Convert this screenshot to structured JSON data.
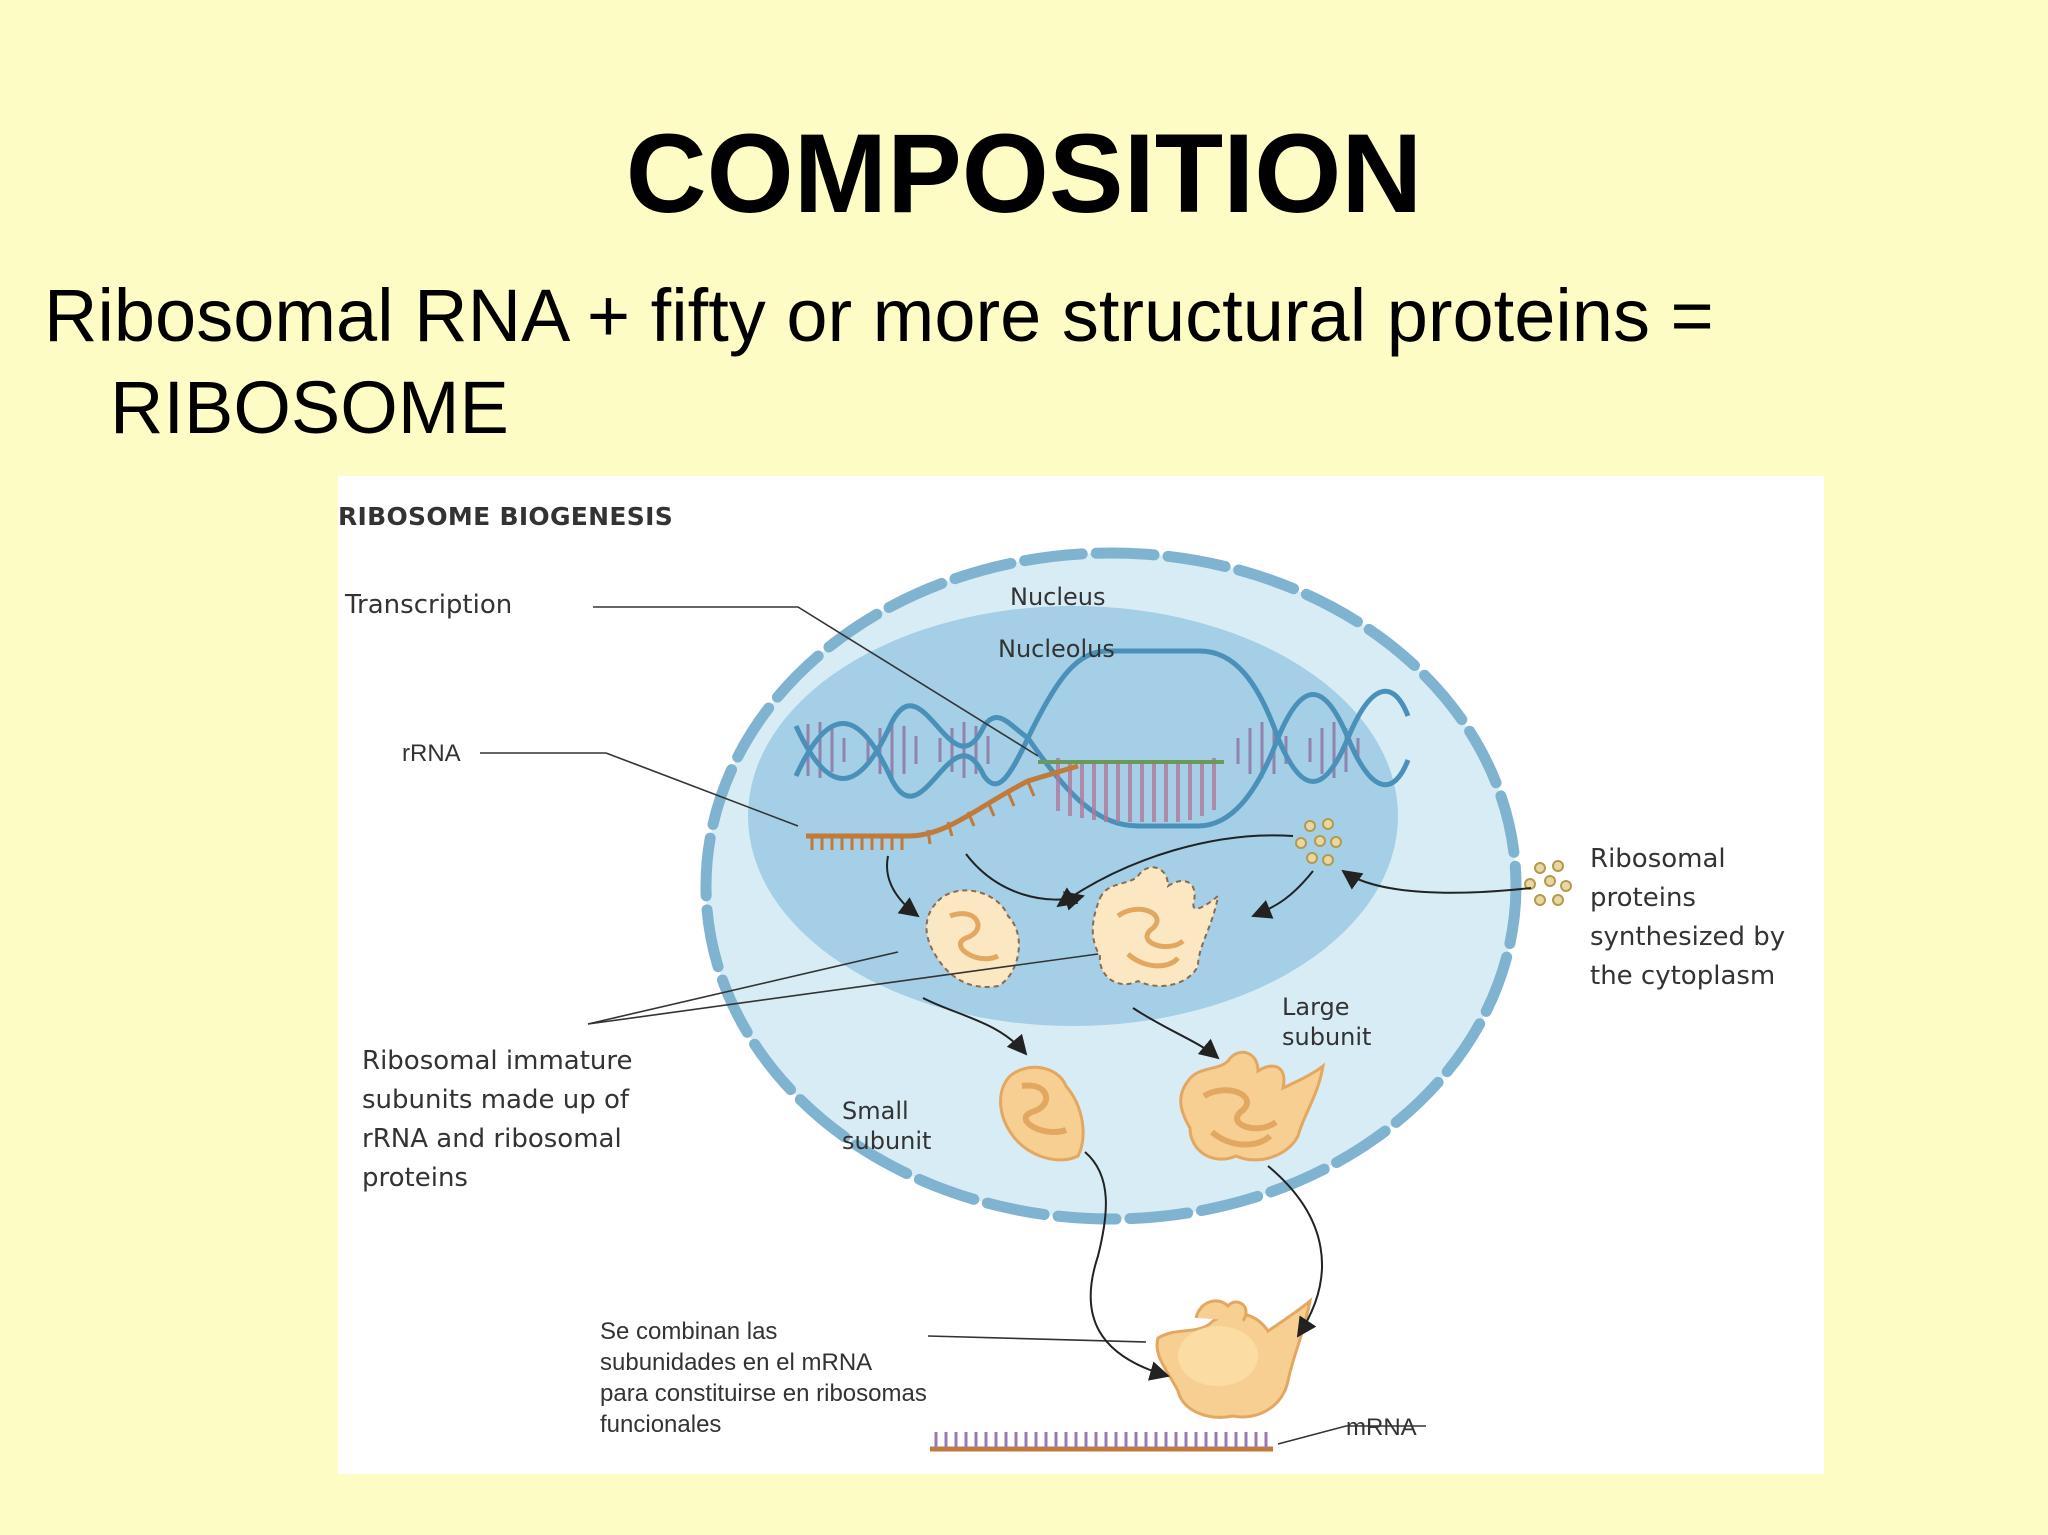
{
  "slide": {
    "title": "COMPOSITION",
    "bullet_line1": "Ribosomal RNA + fifty or more structural proteins =",
    "bullet_line2": "RIBOSOME"
  },
  "figure": {
    "title": "RIBOSOME BIOGENESIS",
    "labels": {
      "transcription": "Transcription",
      "nucleus": "Nucleus",
      "nucleolus": "Nucleolus",
      "rrna": "rRNA",
      "ribosomal_proteins": "Ribosomal\nproteins\nsynthesized by\nthe cytoplasm",
      "large_subunit": "Large\nsubunit",
      "small_subunit": "Small\nsubunit",
      "immature_subunits": "Ribosomal immature\nsubunits made up of\nrRNA and ribosomal\nproteins",
      "combine": "Se combinan las\nsubunidades en el mRNA\npara constituirse en ribosomas\nfuncionales",
      "mrna": "mRNA"
    },
    "colors": {
      "slide_background": "#fdfcc4",
      "nucleus_fill": "#d8ecf6",
      "nucleus_envelope": "#7fb3d0",
      "nucleolus_fill": "#a4cfe7",
      "subunit_fill": "#f7cf92",
      "subunit_stroke": "#e2a862",
      "dna_strand": "#4a90b8"
    }
  }
}
